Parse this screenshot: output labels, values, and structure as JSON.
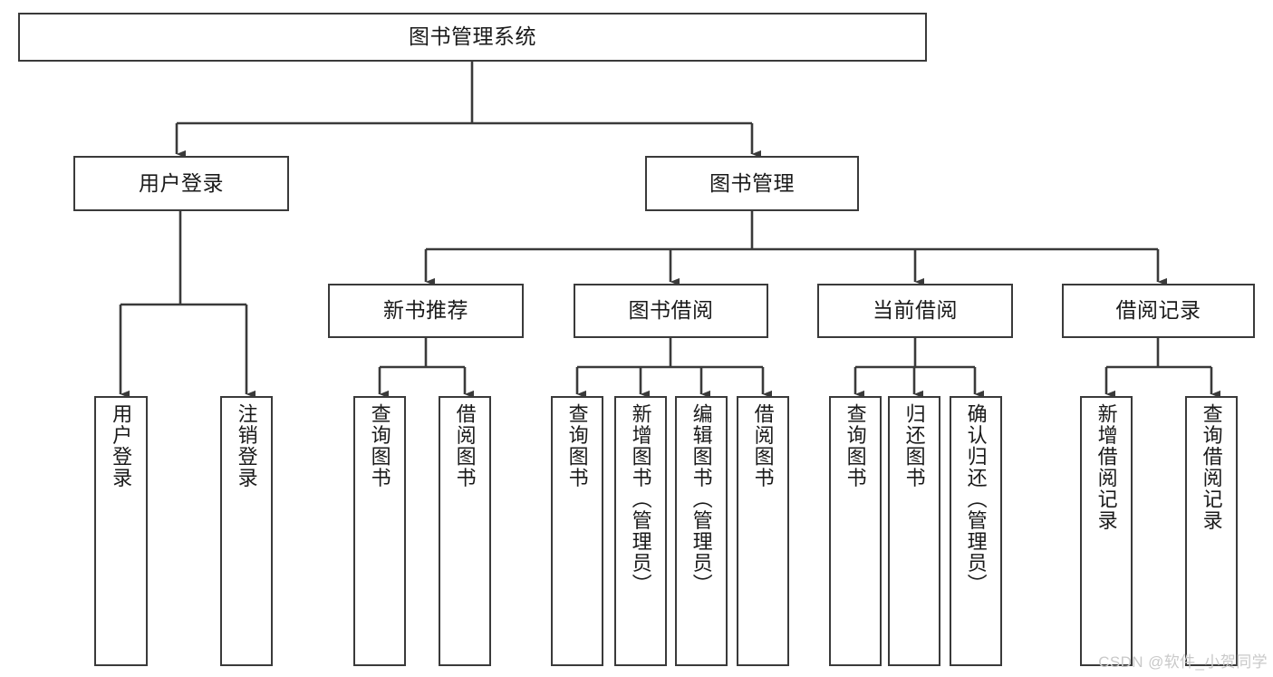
{
  "diagram": {
    "title": "图书管理系统",
    "type": "tree",
    "watermark": "CSDN @软件_小贺同学",
    "colors": {
      "box_border": "#3a3a3a",
      "box_fill": "#ffffff",
      "edge": "#3a3a3a",
      "text": "#1a1a1a",
      "watermark": "#c9c9c9",
      "background": "#ffffff"
    },
    "levels": {
      "root": [
        "图书管理系统"
      ],
      "level2": [
        "用户登录",
        "图书管理"
      ],
      "level3": [
        "新书推荐",
        "图书借阅",
        "当前借阅",
        "借阅记录"
      ],
      "leaves": [
        "用户登录",
        "注销登录",
        "查询图书",
        "借阅图书",
        "查询图书",
        "新增图书（管理员）",
        "编辑图书（管理员）",
        "借阅图书",
        "查询图书",
        "归还图书",
        "确认归还（管理员）",
        "新增借阅记录",
        "查询借阅记录"
      ]
    },
    "nodes": {
      "root": {
        "label": "图书管理系统"
      },
      "user_login": {
        "label": "用户登录"
      },
      "book_manage": {
        "label": "图书管理"
      },
      "new_book_rec": {
        "label": "新书推荐"
      },
      "book_borrow": {
        "label": "图书借阅"
      },
      "current_borrow": {
        "label": "当前借阅"
      },
      "borrow_record": {
        "label": "借阅记录"
      },
      "leaf_user_login": {
        "label": "用户登录"
      },
      "leaf_logout": {
        "label": "注销登录"
      },
      "leaf_query_book_1": {
        "label": "查询图书"
      },
      "leaf_borrow_book_1": {
        "label": "借阅图书"
      },
      "leaf_query_book_2": {
        "label": "查询图书"
      },
      "leaf_add_book_admin": {
        "label": "新增图书（管理员）"
      },
      "leaf_edit_book_admin": {
        "label": "编辑图书（管理员）"
      },
      "leaf_borrow_book_2": {
        "label": "借阅图书"
      },
      "leaf_query_book_3": {
        "label": "查询图书"
      },
      "leaf_return_book": {
        "label": "归还图书"
      },
      "leaf_confirm_return_admin": {
        "label": "确认归还（管理员）"
      },
      "leaf_add_borrow_record": {
        "label": "新增借阅记录"
      },
      "leaf_query_borrow_record": {
        "label": "查询借阅记录"
      }
    },
    "edges": [
      {
        "from": "root",
        "to": "user_login"
      },
      {
        "from": "root",
        "to": "book_manage"
      },
      {
        "from": "user_login",
        "to": "leaf_user_login"
      },
      {
        "from": "user_login",
        "to": "leaf_logout"
      },
      {
        "from": "book_manage",
        "to": "new_book_rec"
      },
      {
        "from": "book_manage",
        "to": "book_borrow"
      },
      {
        "from": "book_manage",
        "to": "current_borrow"
      },
      {
        "from": "book_manage",
        "to": "borrow_record"
      },
      {
        "from": "new_book_rec",
        "to": "leaf_query_book_1"
      },
      {
        "from": "new_book_rec",
        "to": "leaf_borrow_book_1"
      },
      {
        "from": "book_borrow",
        "to": "leaf_query_book_2"
      },
      {
        "from": "book_borrow",
        "to": "leaf_add_book_admin"
      },
      {
        "from": "book_borrow",
        "to": "leaf_edit_book_admin"
      },
      {
        "from": "book_borrow",
        "to": "leaf_borrow_book_2"
      },
      {
        "from": "current_borrow",
        "to": "leaf_query_book_3"
      },
      {
        "from": "current_borrow",
        "to": "leaf_return_book"
      },
      {
        "from": "current_borrow",
        "to": "leaf_confirm_return_admin"
      },
      {
        "from": "borrow_record",
        "to": "leaf_add_borrow_record"
      },
      {
        "from": "borrow_record",
        "to": "leaf_query_borrow_record"
      }
    ]
  }
}
